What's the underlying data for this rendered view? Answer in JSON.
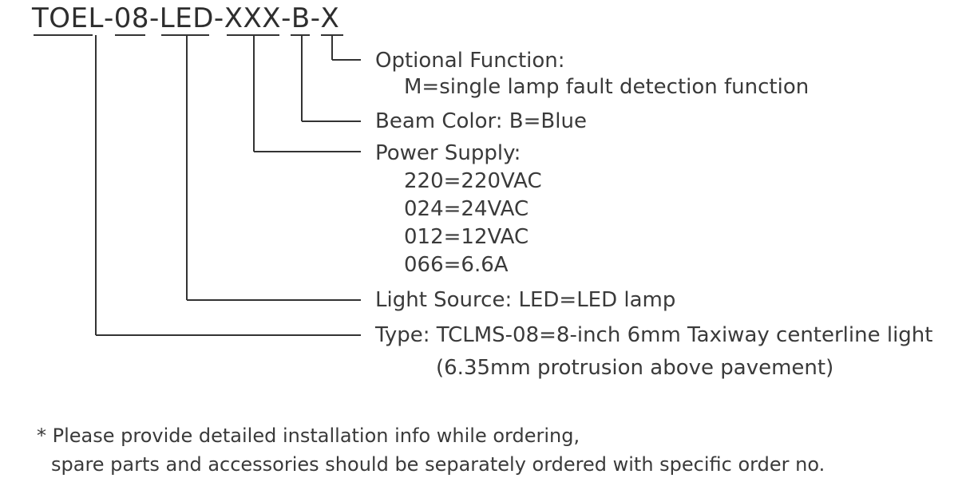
{
  "model_code": {
    "prefix": "TOEL",
    "size": "08",
    "source": "LED",
    "power": "XXX",
    "color": "B",
    "option": "X",
    "separator": "-"
  },
  "fields": {
    "optional_function": {
      "title": "Optional Function:",
      "values": [
        "M=single lamp fault detection function"
      ]
    },
    "beam_color": {
      "title": "Beam Color: B=Blue"
    },
    "power_supply": {
      "title": "Power Supply:",
      "values": [
        "220=220VAC",
        "024=24VAC",
        "012=12VAC",
        "066=6.6A"
      ]
    },
    "light_source": {
      "title": "Light Source: LED=LED lamp"
    },
    "type": {
      "title": "Type: TCLMS-08=8-inch 6mm Taxiway centerline light",
      "values": [
        "(6.35mm protrusion above pavement)"
      ]
    }
  },
  "footnote": {
    "line1": "* Please provide detailed installation info while ordering,",
    "line2": "spare parts and accessories should be separately ordered with specific order no."
  }
}
